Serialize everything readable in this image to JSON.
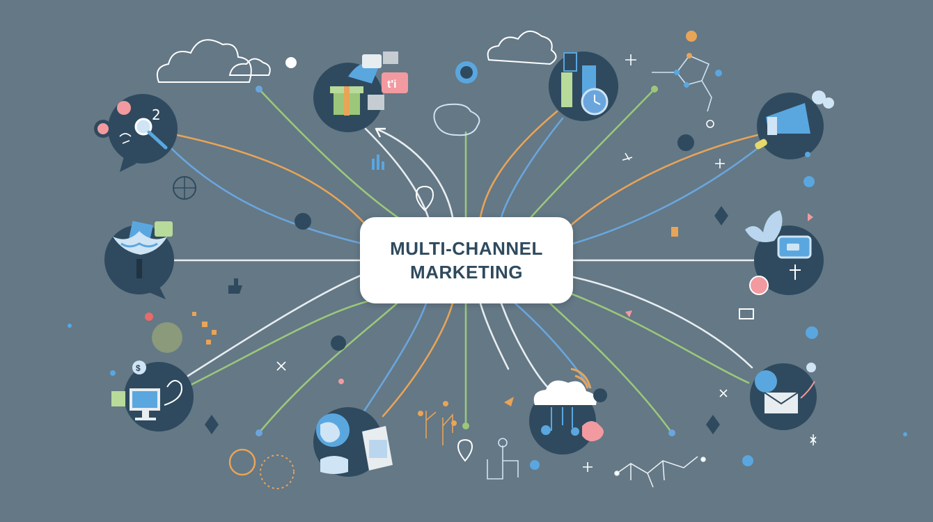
{
  "center": {
    "line1": "MULTI-CHANNEL",
    "line2": "MARKETING"
  },
  "hubs": [
    {
      "name": "hub-analytics-search",
      "icon": "magnifier-icon"
    },
    {
      "name": "hub-gift-content",
      "icon": "gift-icon"
    },
    {
      "name": "hub-bar-chart-clock",
      "icon": "bar-chart-icon"
    },
    {
      "name": "hub-megaphone",
      "icon": "megaphone-icon"
    },
    {
      "name": "hub-mobile-display",
      "icon": "display-icon"
    },
    {
      "name": "hub-wallet-card",
      "icon": "wallet-icon"
    },
    {
      "name": "hub-computer-design",
      "icon": "computer-icon"
    },
    {
      "name": "hub-global-documents",
      "icon": "globe-icon"
    },
    {
      "name": "hub-cloud-network",
      "icon": "cloud-icon"
    },
    {
      "name": "hub-email-gear",
      "icon": "email-icon"
    }
  ],
  "colors": {
    "background": "#647886",
    "hub": "#2f4a5e",
    "line_orange": "#e8a457",
    "line_blue": "#6aa6dd",
    "line_green": "#9cc77a",
    "line_white": "#e8edf0",
    "accent_blue": "#5aa7e0"
  }
}
